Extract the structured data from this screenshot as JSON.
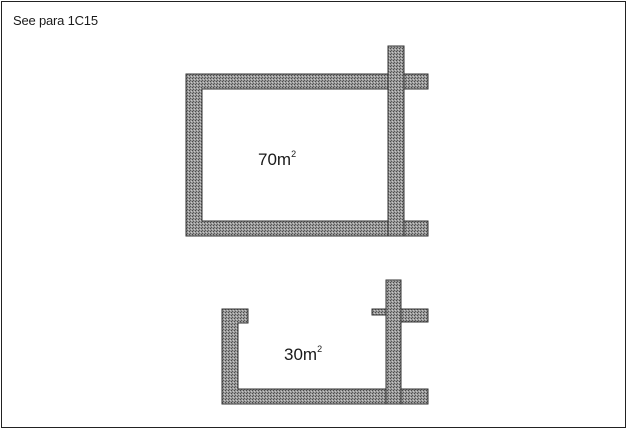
{
  "reference": {
    "note": "See para 1C15"
  },
  "rooms": [
    {
      "id": "room-large",
      "area_value": "70m",
      "area_unit_sup": "2"
    },
    {
      "id": "room-small",
      "area_value": "30m",
      "area_unit_sup": "2"
    }
  ],
  "wall_color": "#8c8c8c",
  "wall_outline_color": "#333333"
}
